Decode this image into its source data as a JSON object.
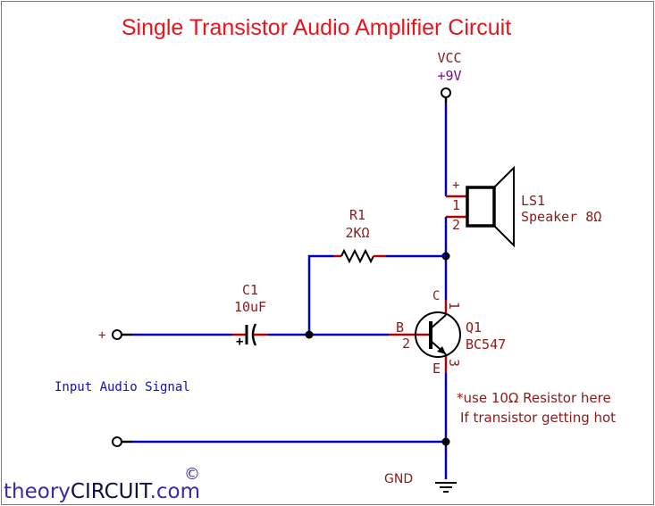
{
  "title": "Single Transistor Audio Amplifier Circuit",
  "power": {
    "net_label": "VCC",
    "voltage_label": "+9V"
  },
  "speaker": {
    "ref": "LS1",
    "value": "Speaker 8Ω",
    "pin1": "1",
    "pin2": "2",
    "polarity": "+"
  },
  "resistor": {
    "ref": "R1",
    "value": "2KΩ"
  },
  "capacitor": {
    "ref": "C1",
    "value": "10uF",
    "polarity": "+"
  },
  "transistor": {
    "ref": "Q1",
    "value": "BC547",
    "collector_label": "C",
    "base_label": "B",
    "emitter_label": "E",
    "pin_c": "1",
    "pin_b": "2",
    "pin_e": "3"
  },
  "input": {
    "plus_label": "+",
    "label": "Input Audio Signal"
  },
  "note": {
    "line1": "*use 10Ω Resistor here",
    "line2": "If transistor getting hot"
  },
  "ground": {
    "label": "GND"
  },
  "branding": {
    "part1": "theory",
    "part2": "CIRCUIT",
    "part3": ".com",
    "copyright": "©"
  },
  "colors": {
    "title": "#e8141c",
    "wire": "#0000c0",
    "pin": "#b00000",
    "label": "#8b1a1a",
    "border": "#2fae4a"
  }
}
